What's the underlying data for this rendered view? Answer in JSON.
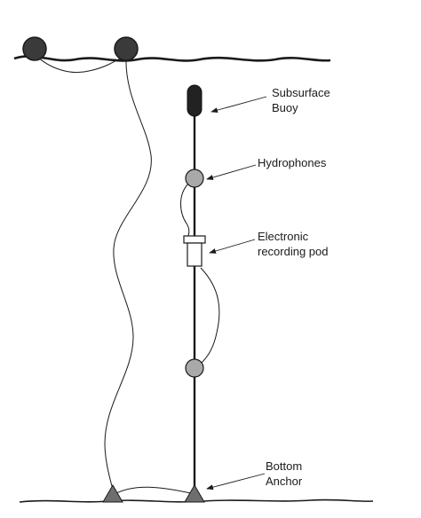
{
  "labels": {
    "subsurface_buoy_line1": "Subsurface",
    "subsurface_buoy_line2": "Buoy",
    "hydrophones": "Hydrophones",
    "pod_line1": "Electronic",
    "pod_line2": "recording pod",
    "anchor_line1": "Bottom",
    "anchor_line2": "Anchor"
  },
  "colors": {
    "line": "#1a1a1a",
    "surface_buoy": "#3a3a3a",
    "subsurface_buoy": "#222222",
    "hydrophone": "#a9a9a9",
    "anchor": "#6e6e6e",
    "pod": "#ffffff"
  }
}
